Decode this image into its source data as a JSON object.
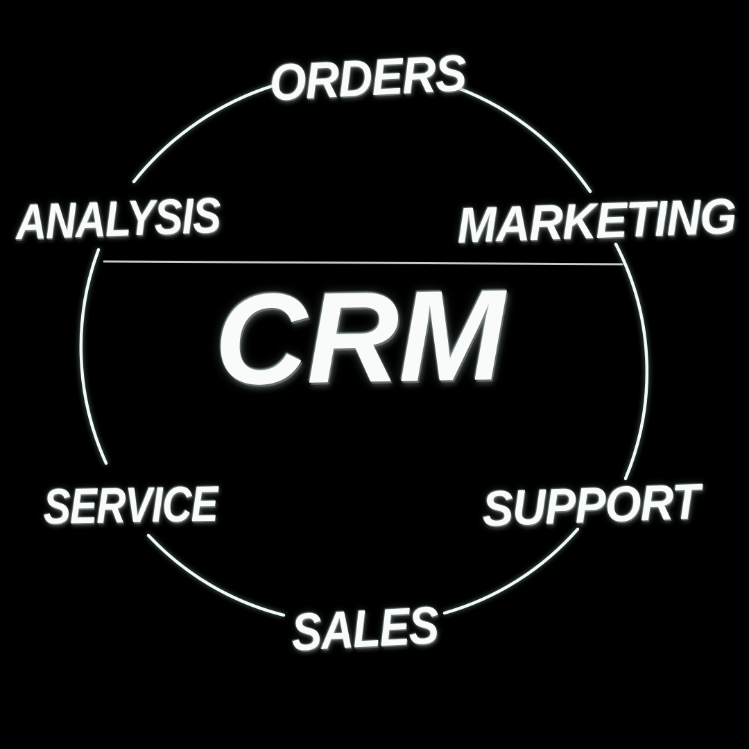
{
  "diagram": {
    "center": {
      "label": "CRM"
    },
    "nodes": [
      {
        "position": "top",
        "label": "ORDERS"
      },
      {
        "position": "top-right",
        "label": "MARKETING"
      },
      {
        "position": "bottom-right",
        "label": "SUPPORT"
      },
      {
        "position": "bottom",
        "label": "SALES"
      },
      {
        "position": "bottom-left",
        "label": "SERVICE"
      },
      {
        "position": "top-left",
        "label": "ANALYSIS"
      }
    ],
    "colors": {
      "background": "#000000",
      "text": "#f8fbfa",
      "arc_stroke": "#f2faf8",
      "divider": "#d7dcda"
    }
  }
}
